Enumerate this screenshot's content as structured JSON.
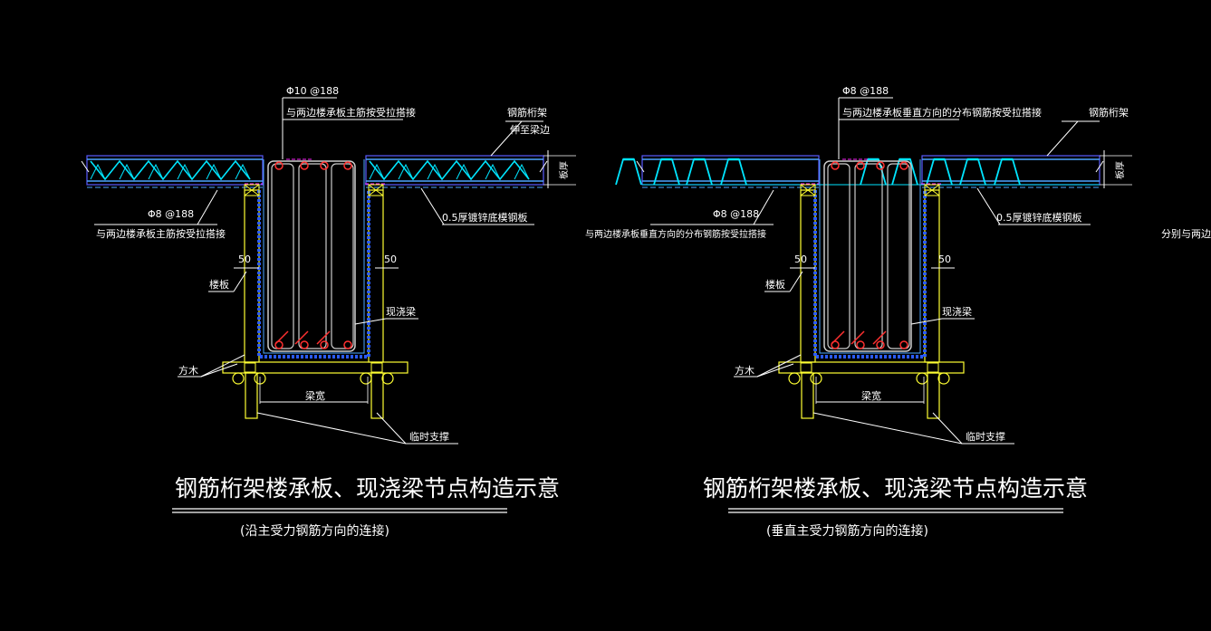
{
  "colors": {
    "background": "#000000",
    "label_line": "#ffffff",
    "truss": "#00e5ff",
    "slab": "#4da6ff",
    "deck_outline": "#5a5aff",
    "timber": "#ffff33",
    "beam_form": "#2a5bff",
    "stirrup": "#cccccc",
    "rebar_red": "#ff3030",
    "dim_magenta": "#ff2cff"
  },
  "left": {
    "bar_top": "Φ10 @188",
    "bar_top_note": "与两边楼承板主筋按受拉搭接",
    "truss_label": "钢筋桁架",
    "truss_label2": "伸至梁边",
    "slab_dim": "板厚",
    "bar_bottom": "Φ8 @188",
    "bar_bottom_note": "与两边楼承板主筋按受拉搭接",
    "deck_note": "0.5厚镀锌底模钢板",
    "dim_left": "50",
    "dim_right": "50",
    "floor_label": "楼板",
    "beam_label": "现浇梁",
    "timber_label": "方木",
    "width_label": "梁宽",
    "support_label": "临时支撑",
    "title": "钢筋桁架楼承板、现浇梁节点构造示意",
    "subtitle": "(沿主受力钢筋方向的连接)"
  },
  "right": {
    "bar_top": "Φ8 @188",
    "bar_top_note": "与两边楼承板垂直方向的分布钢筋按受拉搭接",
    "truss_label": "钢筋桁架",
    "slab_dim": "板厚",
    "bar_bottom": "Φ8 @188",
    "bar_bottom_note": "与两边楼承板垂直方向的分布钢筋按受拉搭接",
    "deck_note": "0.5厚镀锌底模钢板",
    "dim_left": "50",
    "dim_right": "50",
    "floor_label": "楼板",
    "beam_label": "现浇梁",
    "timber_label": "方木",
    "width_label": "梁宽",
    "support_label": "临时支撑",
    "title": "钢筋桁架楼承板、现浇梁节点构造示意",
    "subtitle": "(垂直主受力钢筋方向的连接)",
    "edge_note": "分别与两边楼"
  }
}
